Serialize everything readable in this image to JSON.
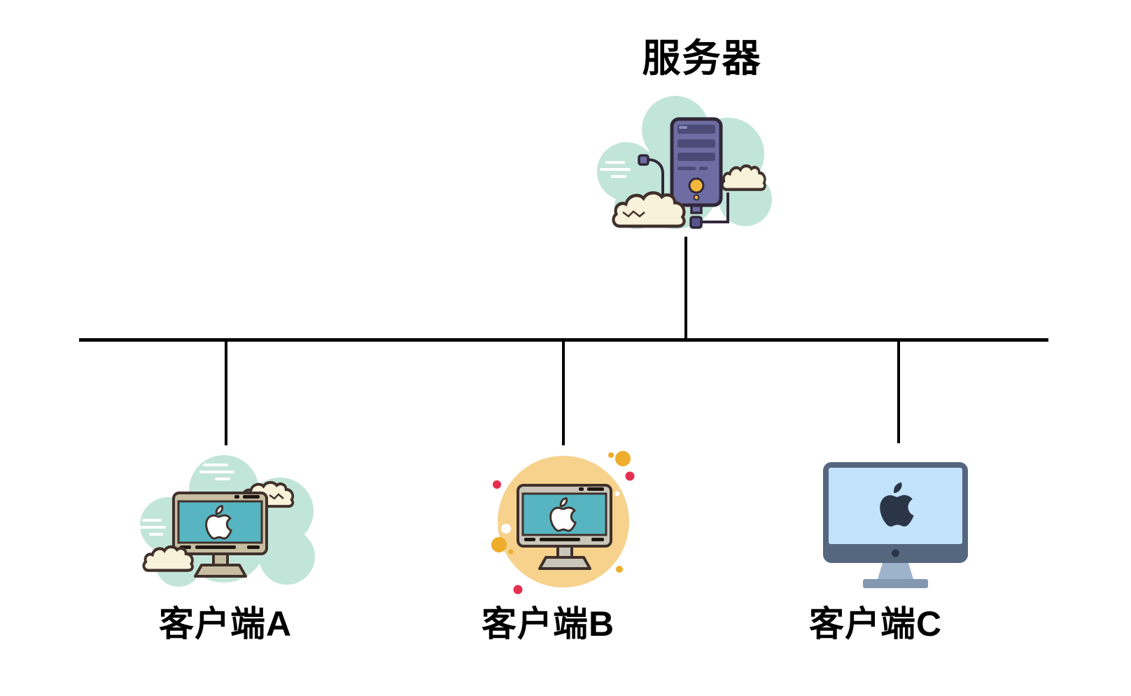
{
  "diagram": {
    "server": {
      "label": "服务器",
      "icon": "server-tower-cloud-icon"
    },
    "clients": [
      {
        "id": "A",
        "label": "客户端A",
        "icon": "imac-mint-clouds-icon"
      },
      {
        "id": "B",
        "label": "客户端B",
        "icon": "imac-orange-circle-icon"
      },
      {
        "id": "C",
        "label": "客户端C",
        "icon": "imac-flat-slate-icon"
      }
    ],
    "topology": "bus",
    "colors": {
      "background": "#ffffff",
      "line": "#000000",
      "label_text": "#000000",
      "mint_blob": "#c2e5d9",
      "cream_cloud": "#f8f2db",
      "dark_outline": "#40302b",
      "tower_purple": "#6e6da3",
      "tower_stripe": "#4c4b77",
      "accent_yellow": "#f3b73c",
      "screen_teal": "#57b5c1",
      "bezel_tan": "#c8bfa2",
      "bezel_gray": "#cac6ba",
      "circle_orange": "#f6d28d",
      "dot_red": "#e62e50",
      "dot_orange": "#eead2b",
      "imac_slate": "#55677e",
      "imac_screen_blue": "#c2e3fb",
      "imac_logo_navy": "#2a3648",
      "imac_stand": "#9db3cb",
      "imac_base": "#8397b0"
    }
  }
}
